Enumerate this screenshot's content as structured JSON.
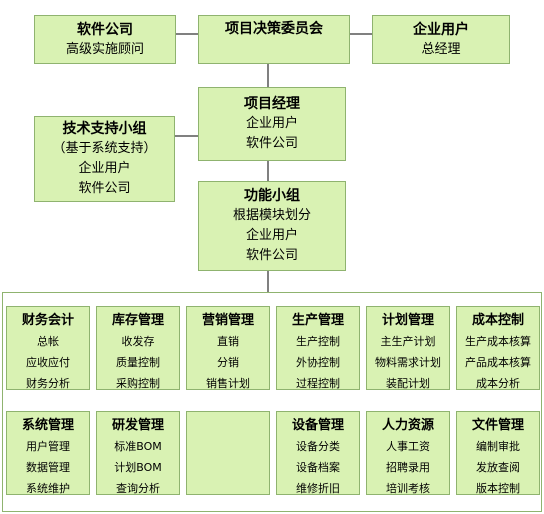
{
  "top": {
    "software_company": {
      "title": "软件公司",
      "lines": [
        "高级实施顾问"
      ]
    },
    "committee": {
      "title": "项目决策委员会"
    },
    "enterprise_user": {
      "title": "企业用户",
      "lines": [
        "总经理"
      ]
    }
  },
  "project_manager": {
    "title": "项目经理",
    "lines": [
      "企业用户",
      "软件公司"
    ]
  },
  "tech_support": {
    "title": "技术支持小组",
    "lines": [
      "（基于系统支持）",
      "企业用户",
      "软件公司"
    ]
  },
  "function_group": {
    "title": "功能小组",
    "lines": [
      "根据模块划分",
      "企业用户",
      "软件公司"
    ]
  },
  "modules_row1": [
    {
      "title": "财务会计",
      "items": [
        "总帐",
        "应收应付",
        "财务分析"
      ]
    },
    {
      "title": "库存管理",
      "items": [
        "收发存",
        "质量控制",
        "采购控制"
      ]
    },
    {
      "title": "营销管理",
      "items": [
        "直销",
        "分销",
        "销售计划"
      ]
    },
    {
      "title": "生产管理",
      "items": [
        "生产控制",
        "外协控制",
        "过程控制"
      ]
    },
    {
      "title": "计划管理",
      "items": [
        "主生产计划",
        "物料需求计划",
        "装配计划"
      ]
    },
    {
      "title": "成本控制",
      "items": [
        "生产成本核算",
        "产品成本核算",
        "成本分析"
      ]
    }
  ],
  "modules_row2": [
    {
      "title": "系统管理",
      "items": [
        "用户管理",
        "数据管理",
        "系统维护"
      ]
    },
    {
      "title": "研发管理",
      "items": [
        "标准BOM",
        "计划BOM",
        "查询分析"
      ]
    },
    {
      "title": "",
      "items": []
    },
    {
      "title": "设备管理",
      "items": [
        "设备分类",
        "设备档案",
        "维修折旧"
      ]
    },
    {
      "title": "人力资源",
      "items": [
        "人事工资",
        "招聘录用",
        "培训考核"
      ]
    },
    {
      "title": "文件管理",
      "items": [
        "编制审批",
        "发放查阅",
        "版本控制"
      ]
    }
  ],
  "colors": {
    "box_fill": "#d9f2b3",
    "box_border": "#8fb36f",
    "connector": "#000000"
  }
}
